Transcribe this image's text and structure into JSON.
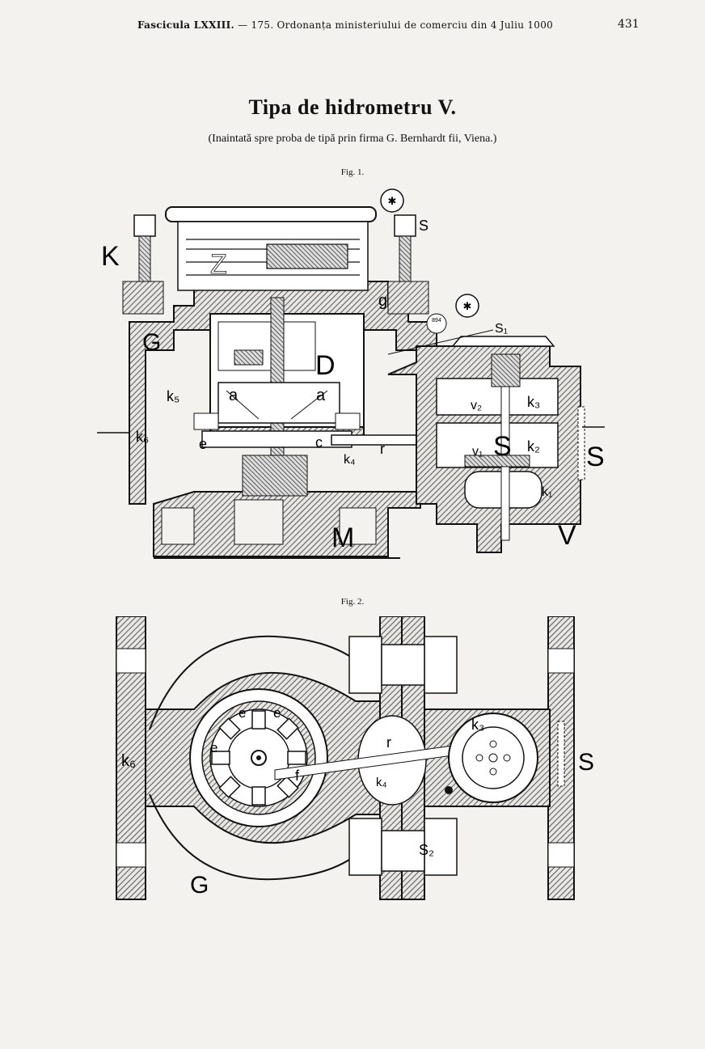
{
  "header": {
    "running_head_prefix": "Fascicula LXXIII.",
    "running_head_rest": " — 175. Ordonanța ministeriului de comerciu din 4 Juliu 1000",
    "page_number": "431"
  },
  "title": "Tipa de hidrometru V.",
  "subtitle": "(Inaintată spre proba de tipă prin firma G. Bernhardt fii, Viena.)",
  "figures": [
    {
      "caption": "Fig. 1.",
      "labels": {
        "K": "K",
        "S_top": "S",
        "Z": "Z",
        "g": "g",
        "G": "G",
        "D": "D",
        "k5": "k₅",
        "a_left": "a",
        "a_right": "a",
        "k6": "k₆",
        "e": "e",
        "c": "c",
        "k4": "k₄",
        "r": "r",
        "M": "M",
        "S1": "S₁",
        "v2": "v₂",
        "k3": "k₃",
        "v1": "v₁",
        "S_mid": "S",
        "k2": "k₂",
        "k1": "k₁",
        "S_right": "S",
        "V": "V",
        "stamp": "894"
      }
    },
    {
      "caption": "Fig. 2.",
      "labels": {
        "e1": "e",
        "e2": "e",
        "e3": "e",
        "f": "f",
        "k6": "k₆",
        "r": "r",
        "k4": "k₄",
        "k3": "k₃",
        "S_right": "S",
        "S2": "S₂",
        "G": "G"
      }
    }
  ]
}
